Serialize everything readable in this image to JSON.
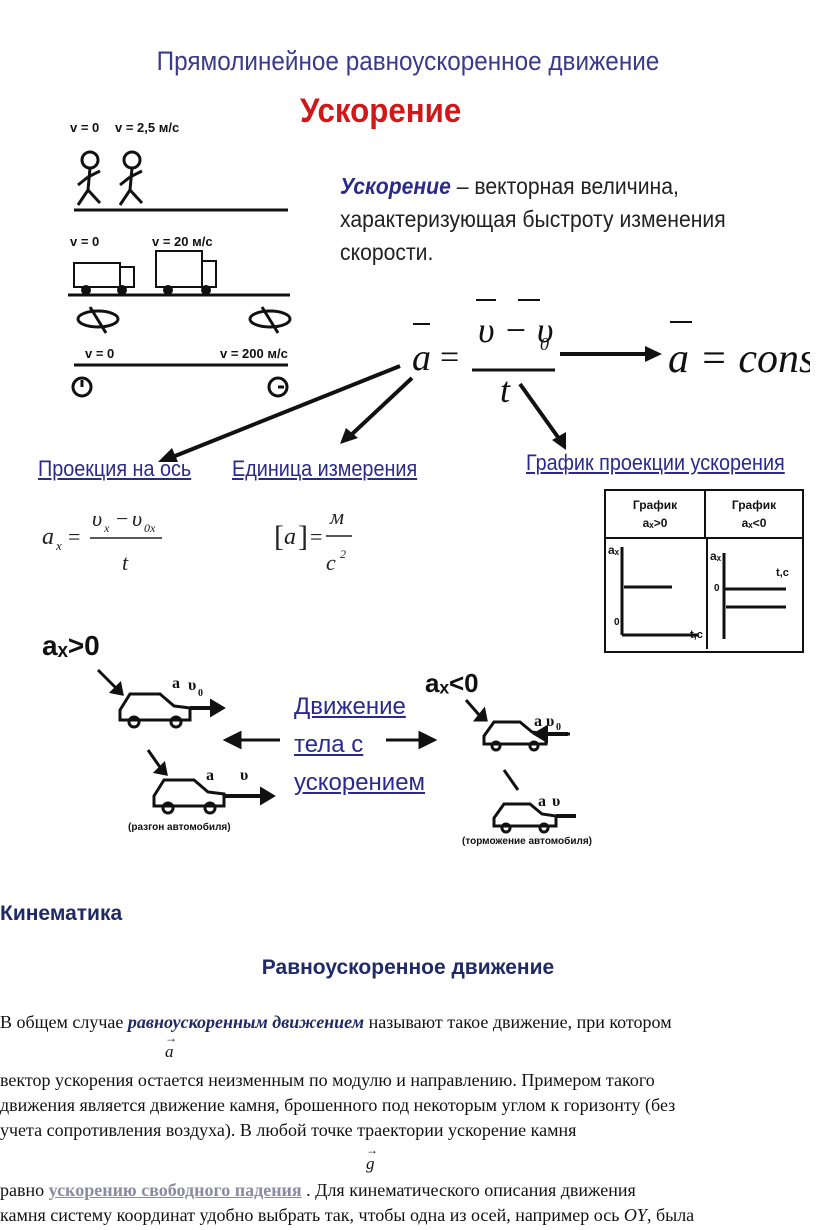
{
  "slide": {
    "title": "Прямолинейное равноускоренное движение",
    "subtitle": "Ускорение",
    "definition_term": "Ускорение",
    "definition_rest": " – векторная величина, характеризующая быстроту изменения скорости.",
    "examples": {
      "runner_v0": "v = 0",
      "runner_v1": "v = 2,5  м/с",
      "truck_v0": "v = 0",
      "truck_v1": "v = 20  м/с",
      "plane_v0": "v = 0",
      "plane_v1": "v = 200  м/с"
    },
    "formula_const": "a = const",
    "branch_projection": "Проекция на ось",
    "branch_unit": "Единица измерения",
    "branch_graph": "График проекции ускорения",
    "graph_table": {
      "col1_title": "График",
      "col1_cond": "aₓ>0",
      "col2_title": "График",
      "col2_cond": "aₓ<0",
      "axis_y": "aₓ",
      "axis_t": "t,c",
      "zero": "0"
    },
    "motion_label_lines": [
      "Движение",
      "тела с",
      "ускорением"
    ],
    "ax_pos": "aₓ>0",
    "ax_neg": "aₓ<0",
    "caption_accel": "(разгон автомобиля)",
    "caption_brake": "(торможение автомобиля)"
  },
  "doc": {
    "heading": "Кинематика",
    "section_title": "Равноускоренное движение",
    "p1_a": "В общем случае ",
    "p1_emph": "равноускоренным движением",
    "p1_b": " называют такое движение, при котором",
    "p2": "вектор ускорения        остается неизменным по модулю и направлению. Примером такого",
    "p3": "движения является движение камня, брошенного под некоторым углом к горизонту (без",
    "p4": "учета сопротивления воздуха). В любой точке траектории ускорение камня",
    "p5_a": "равно ",
    "p5_link": "ускорению свободного падения",
    "p5_b": "      . Для кинематического описания движения",
    "p6_a": "камня систему координат удобно выбрать так, чтобы одна из осей, например ось ",
    "p6_oy": "OY",
    "p6_b": ", была",
    "vec_a": "a",
    "vec_g": "g"
  }
}
